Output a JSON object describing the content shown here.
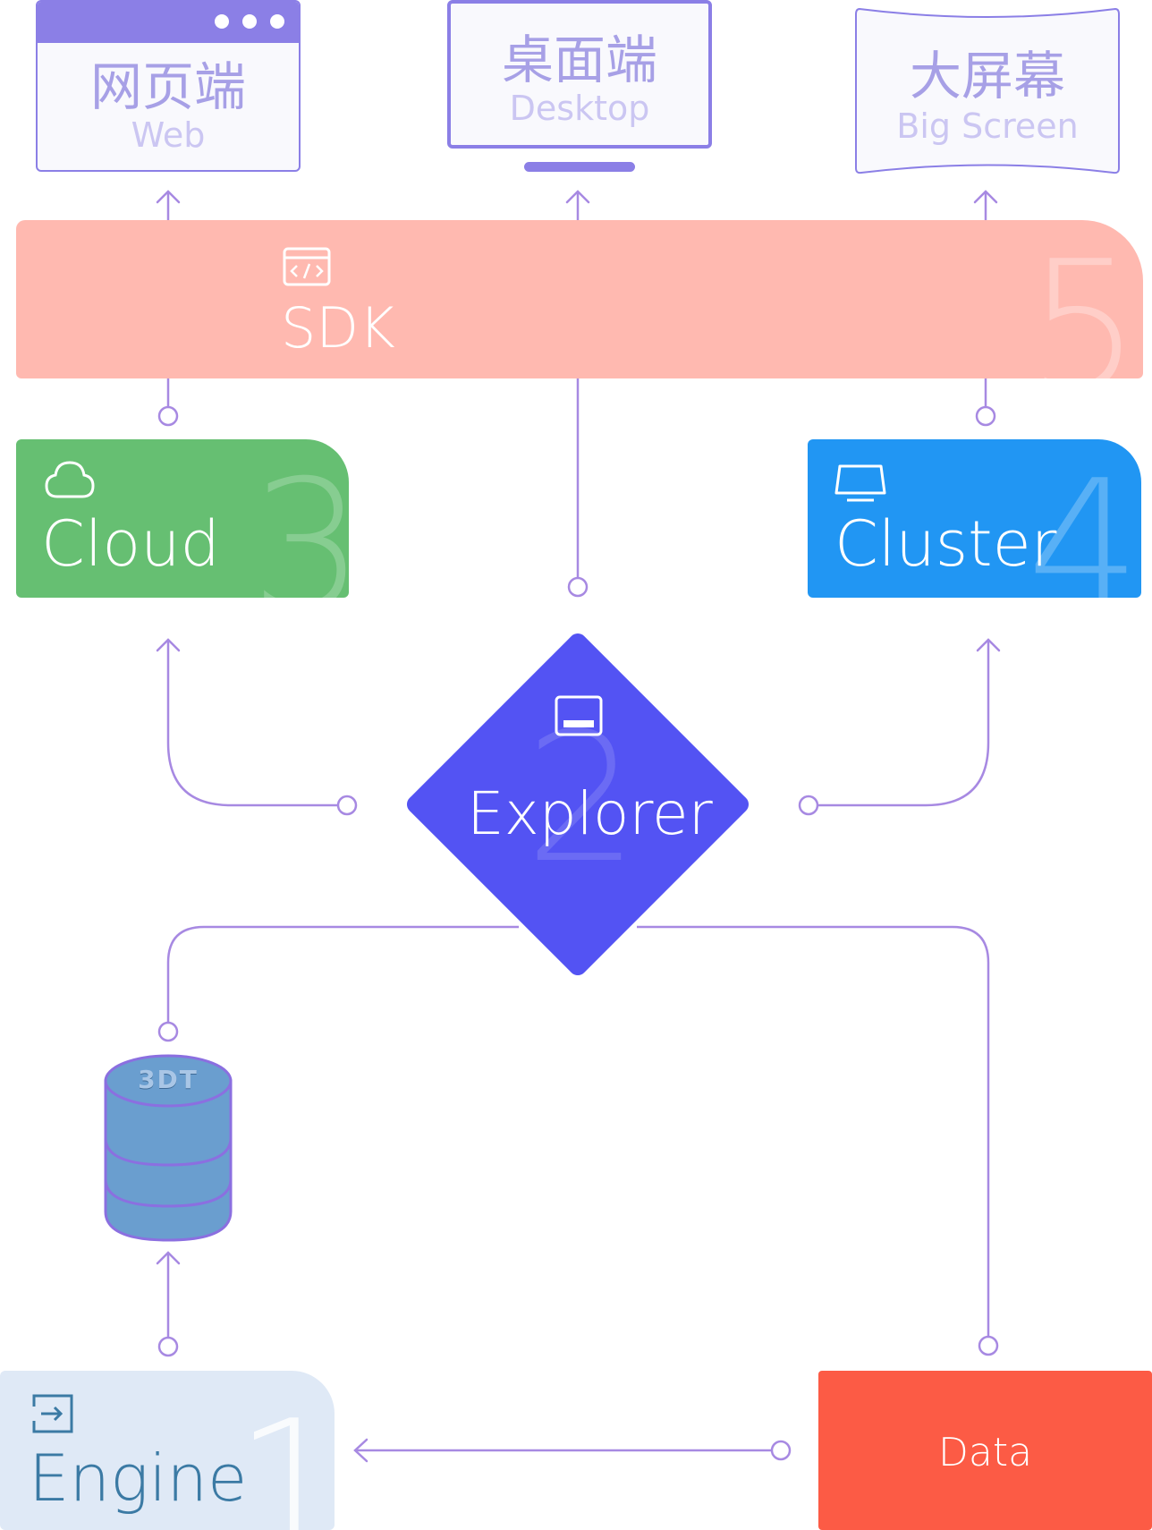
{
  "devices": {
    "web": {
      "cn": "网页端",
      "en": "Web"
    },
    "desktop": {
      "cn": "桌面端",
      "en": "Desktop"
    },
    "bigscreen": {
      "cn": "大屏幕",
      "en": "Big Screen"
    }
  },
  "sdk": {
    "label": "SDK",
    "number": "5",
    "icon": "code-window-icon",
    "color": "#ffb9b0"
  },
  "cloud": {
    "label": "Cloud",
    "number": "3",
    "icon": "cloud-icon",
    "color": "#66bf72"
  },
  "cluster": {
    "label": "Cluster",
    "number": "4",
    "icon": "monitor-icon",
    "color": "#2196f3"
  },
  "explorer": {
    "label": "Explorer",
    "number": "2",
    "icon": "window-icon",
    "color": "#5353f3"
  },
  "database": {
    "label": "3DT",
    "icon": "database-icon",
    "color": "#6a9ecf"
  },
  "engine": {
    "label": "Engine",
    "number": "1",
    "icon": "enter-icon",
    "color": "#dfe9f6"
  },
  "data": {
    "label": "Data",
    "color": "#fc5b45"
  },
  "colors": {
    "connector": "#a789e2",
    "device_outline": "#8b7fe6",
    "text_white": "#ffffff",
    "engine_text": "#3b7aa4"
  }
}
